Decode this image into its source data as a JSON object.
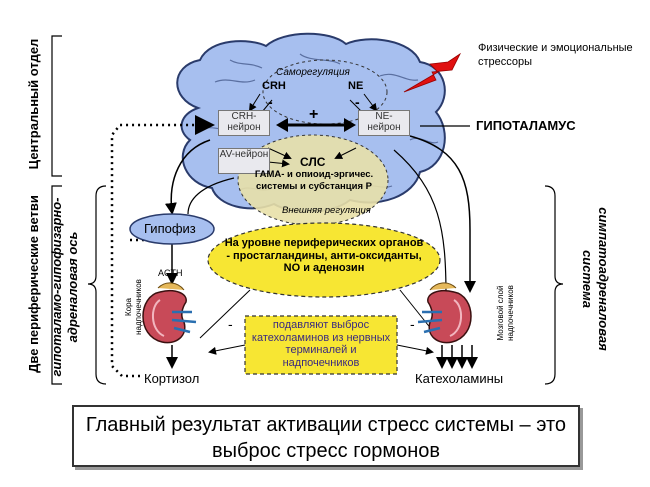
{
  "left_labels": {
    "central": "Центральный отдел",
    "peripheral": "Две периферические ветви",
    "hpa_axis": "гипоталамо-гипофизарно-адреналовая ось"
  },
  "right_label": "симпатоадреналовая система",
  "stressors": "Физические и эмоциональные стрессоры",
  "hypothalamus": "ГИПОТАЛАМУС",
  "brain": {
    "self_regulation": "Саморегуляция",
    "crh": "CRH",
    "ne": "NE",
    "minus1": "-",
    "minus2": "-",
    "plus": "+",
    "crh_neuron": "CRH-нейрон",
    "ne_neuron": "NE-нейрон",
    "av_neuron": "AV-нейрон",
    "sls": "СЛС",
    "gaba_text": "ГАМА- и опиоид-эргичес. системы и субстанция Р",
    "external_regulation": "Внешняя регуляция"
  },
  "pituitary": "Гипофиз",
  "acth": "ACTH",
  "adrenal_cortex": "Кора надпочечников",
  "adrenal_medulla": "Мозговой слой надпочечников",
  "peripheral_text": "На уровне периферических органов - простагландины, анти-оксиданты, NO и аденозин",
  "suppress_text": "подавляют выброс катехоламинов из нервных терминалей и надпочечников",
  "minus_left": "-",
  "minus_right": "-",
  "cortisol": "Кортизол",
  "catecholamines": "Катехоламины",
  "result": "Главный результат активации стресс системы – это выброс стресс гормонов",
  "colors": {
    "brain_fill": "#a7bfef",
    "sls_fill": "#e8e0a8",
    "yellow_fill": "#f7e633",
    "pituitary_fill": "#a7bfef",
    "bolt": "#e01010"
  }
}
